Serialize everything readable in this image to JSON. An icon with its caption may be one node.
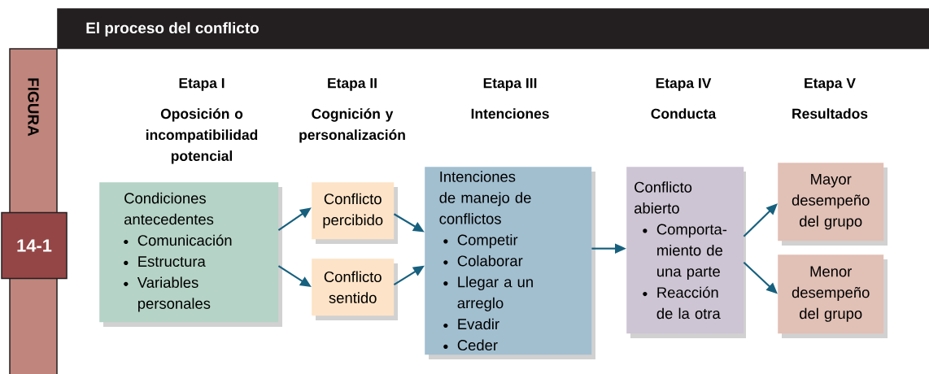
{
  "diagram": {
    "title": "El proceso del conflicto",
    "nodes": [
      {
        "text": [
          "Condiciones antecedentes",
          "Comunicación",
          "Estructura",
          "Variables personales"
        ]
      },
      {
        "text": [
          "Conflicto percibido"
        ]
      },
      {
        "text": [
          "Conflicto sentido"
        ]
      },
      {
        "text": [
          "Intenciones de manejo de conflictos",
          "Competir",
          "Colaborar",
          "Llegar a un arreglo",
          "Evadir",
          "Ceder"
        ]
      },
      {
        "text": [
          "Conflicto abierto",
          "Comporta-miento de una parte",
          "Reacción de la otra"
        ]
      },
      {
        "text": [
          "Mayor desempeño del grupo"
        ]
      },
      {
        "text": [
          "Menor desempeño del grupo"
        ]
      }
    ],
    "edges": [
      {
        "from": 0,
        "to": 1,
        "arrow": "to"
      },
      {
        "from": 0,
        "to": 2,
        "arrow": "to"
      },
      {
        "from": 1,
        "to": 3,
        "arrow": "to"
      },
      {
        "from": 2,
        "to": 3,
        "arrow": "to"
      },
      {
        "from": 3,
        "to": 4,
        "arrow": "to"
      },
      {
        "from": 4,
        "to": 5,
        "arrow": "to"
      },
      {
        "from": 4,
        "to": 6,
        "arrow": "to"
      }
    ],
    "labels": [
      "FIGURA",
      "14-1",
      "Etapa I",
      "Oposición o incompatibilidad potencial",
      "Etapa II",
      "Cognición y personalización",
      "Etapa III",
      "Intenciones",
      "Etapa IV",
      "Conducta",
      "Etapa V",
      "Resultados"
    ]
  }
}
